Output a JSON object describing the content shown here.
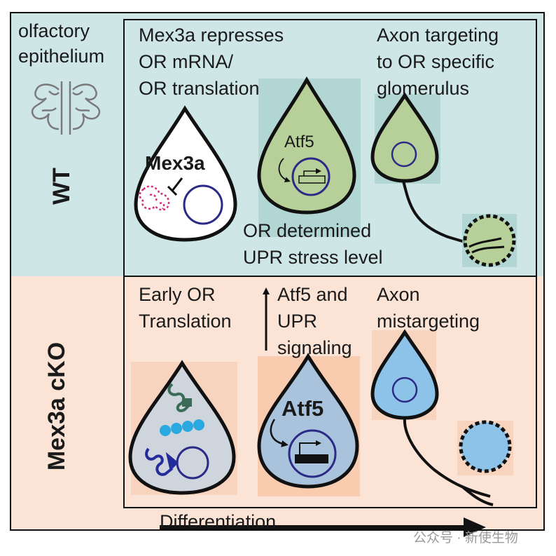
{
  "colors": {
    "wt_background": "#cfe6e6",
    "cko_background": "#fbe3d6",
    "wt_cell_green": "#b7cf98",
    "cko_cell_blue": "#8dc3e8",
    "mex3a_mrna_pink": "#d0307a",
    "nucleus_navy": "#2b2a86",
    "arrow_black": "#111111"
  },
  "labels": {
    "tissue": [
      "olfactory",
      "epithelium"
    ],
    "wt_row": "WT",
    "cko_row": "Mex3a cKO",
    "wt_repress": [
      "Mex3a represses",
      "OR mRNA/",
      "OR translation"
    ],
    "wt_targeting": [
      "Axon targeting",
      "to OR specific",
      "glomerulus"
    ],
    "wt_upr": [
      "OR determined",
      "UPR stress level"
    ],
    "cko_translation": [
      "Early OR",
      "Translation"
    ],
    "cko_signaling": [
      "Atf5 and",
      "UPR",
      "signaling"
    ],
    "cko_mistargeting": [
      "Axon",
      "mistargeting"
    ],
    "mex3a_protein": "Mex3a",
    "atf5_wt": "Atf5",
    "atf5_cko": "Atf5",
    "differentiation": "Differentiation"
  },
  "icons": {
    "tissue": "olfactory-turbinate-icon",
    "inhibition": "inhibition-bar-icon",
    "gene": "gene-promoter-icon",
    "glomerulus": "glomerulus-icon"
  },
  "watermark": "公众号 · 新使生物"
}
